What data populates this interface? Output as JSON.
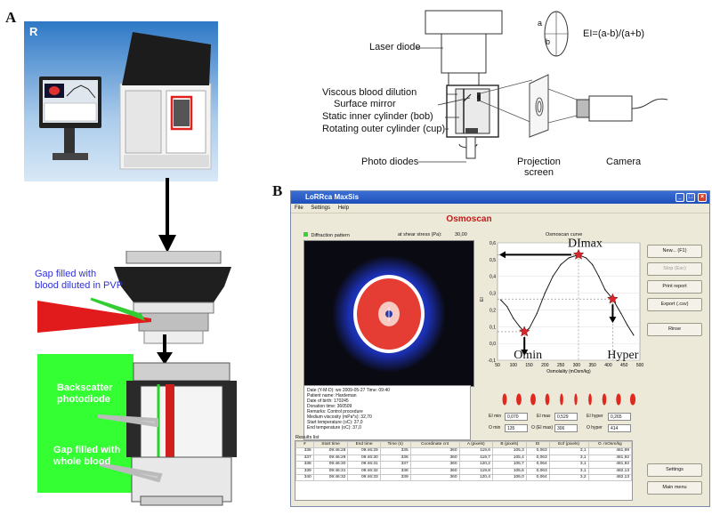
{
  "panel_letters": {
    "a": "A",
    "b": "B"
  },
  "panel_a": {
    "gap_pvp": [
      "Gap filled with",
      "blood diluted in PVP"
    ],
    "backscatter": [
      "Backscatter",
      "photodiode"
    ],
    "gap_whole": [
      "Gap filled with",
      "whole blood"
    ]
  },
  "schematic": {
    "laser_diode": "Laser diode",
    "viscous": "Viscous blood dilution",
    "surface_mirror": "Surface mirror",
    "static_cylinder": "Static inner cylinder (bob)",
    "rotating_cylinder": "Rotating outer cylinder (cup)",
    "photo_diodes": "Photo diodes",
    "projection": [
      "Projection",
      "screen"
    ],
    "camera": "Camera",
    "formula": "EI=(a-b)/(a+b)",
    "ellipse_a": "a",
    "ellipse_b": "b"
  },
  "window": {
    "title": "LoRRca MaxSis",
    "menu": [
      "File",
      "Settings",
      "Help"
    ],
    "heading": "Osmoscan",
    "diffraction_label": "Diffraction pattern",
    "shear_label": "at shear stress (Pa):",
    "shear_value": "30,00",
    "curve_label": "Osmoscan curve",
    "buttons": {
      "new": "New... (F1)",
      "stop": "Stop (Esc)",
      "print": "Print report",
      "export": "Export (.csv)",
      "rinse": "Rinse",
      "settings": "Settings",
      "main_menu": "Main menu"
    },
    "info_lines": [
      "Date (Y-M-D): wo 2009-05-27  Time: 09:40",
      "Patient name: Hardeman",
      "Date of birth: 170245",
      "Donation time: 360509",
      "Remarks: Control procedure",
      "Medium viscosity (mPa*s): 32,70",
      "Start temperature (oC): 37,0",
      "End temperature (oC): 37,0"
    ],
    "fields": {
      "ei_min_label": "EI min",
      "ei_min": "0,070",
      "ei_max_label": "EI max",
      "ei_max": "0,529",
      "ei_hyper_label": "EI hyper",
      "ei_hyper": "0,265",
      "o_min_label": "O min",
      "o_min": "135",
      "o_ei_max_label": "O (EI max)",
      "o_ei_max": "306",
      "o_hyper_label": "O hyper",
      "o_hyper": "414"
    },
    "results_label": "Results list",
    "results_columns": [
      "#",
      "Start time",
      "End time",
      "Time (s)",
      "Coordinate cnt",
      "A (pixels)",
      "B (pixels)",
      "EI",
      "Eof (pixels)",
      "O. mOsm/kg"
    ],
    "results_rows": [
      [
        "336",
        "09:46:28",
        "09:46:29",
        "335",
        "360",
        "119,6",
        "105,3",
        "0,063",
        "3,1",
        "481,99"
      ],
      [
        "337",
        "09:46:29",
        "09:46:30",
        "336",
        "360",
        "119,7",
        "105,4",
        "0,063",
        "3,1",
        "481,92"
      ],
      [
        "338",
        "09:46:30",
        "09:46:31",
        "337",
        "360",
        "120,2",
        "105,7",
        "0,064",
        "3,1",
        "481,92"
      ],
      [
        "339",
        "09:46:31",
        "09:46:32",
        "338",
        "360",
        "119,8",
        "105,6",
        "0,063",
        "3,1",
        "482,13"
      ],
      [
        "340",
        "09:46:32",
        "09:46:33",
        "339",
        "360",
        "120,4",
        "106,0",
        "0,064",
        "3,2",
        "482,13"
      ]
    ]
  },
  "chart_data": {
    "type": "line",
    "title": "Osmoscan curve",
    "xlabel": "Osmolality (mOsm/kg)",
    "ylabel": "EI",
    "xlim": [
      50,
      500
    ],
    "ylim": [
      -0.1,
      0.6
    ],
    "x_ticks": [
      "50",
      "100",
      "150",
      "200",
      "250",
      "300",
      "350",
      "400",
      "450",
      "500"
    ],
    "y_ticks": [
      "0,6",
      "0,5",
      "0,4",
      "0,3",
      "0,2",
      "0,1",
      "0,0",
      "-0,1"
    ],
    "x": [
      60,
      80,
      100,
      120,
      135,
      150,
      175,
      200,
      225,
      250,
      275,
      306,
      330,
      350,
      370,
      390,
      414,
      440,
      460,
      480
    ],
    "y": [
      0.26,
      0.22,
      0.15,
      0.1,
      0.07,
      0.09,
      0.18,
      0.3,
      0.4,
      0.47,
      0.51,
      0.529,
      0.51,
      0.47,
      0.4,
      0.32,
      0.265,
      0.18,
      0.11,
      0.05
    ],
    "annotations": [
      {
        "label": "DImax",
        "x": 306,
        "y": 0.529
      },
      {
        "label": "Omin",
        "x": 135,
        "y": 0.07
      },
      {
        "label": "Hyper",
        "x": 414,
        "y": 0.265
      }
    ],
    "line_color": "#1a1a1a",
    "marker_color": "#d9262b"
  },
  "colors": {
    "pvp_label": "#2f31d9",
    "laser": "#e11b1b",
    "green_bg": "#33ff33",
    "osmo_title": "#c21a1a"
  }
}
